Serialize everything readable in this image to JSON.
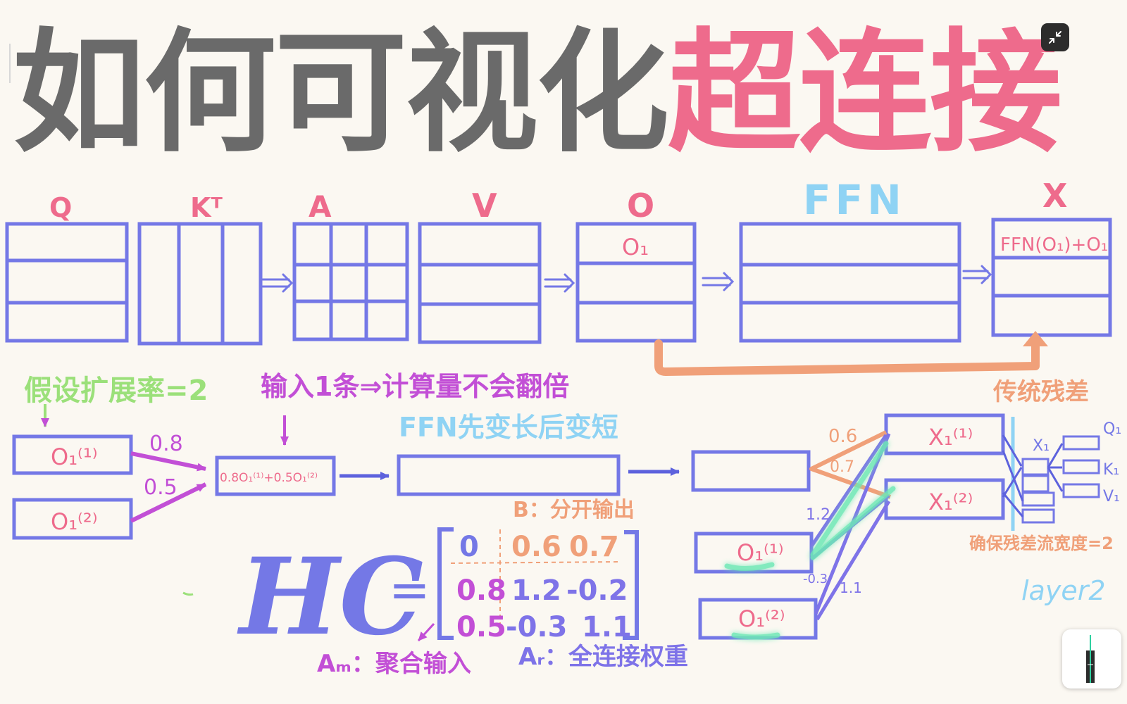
{
  "title": {
    "part1": "如何可视化",
    "part2": "超连接"
  },
  "colors": {
    "matrix": "#7478e6",
    "pink": "#ee6b8c",
    "orange": "#f0a079",
    "green": "#9be07a",
    "magenta": "#c24fd6",
    "cyan": "#8fd3f4",
    "purple": "#7e73e8",
    "glow": "#6de8b6",
    "dark": "#6a6a6a"
  },
  "top_labels": {
    "q": "Q",
    "kt": "Kᵀ",
    "a": "A",
    "v": "V",
    "o": "O",
    "ffn": "FFN",
    "x": "X"
  },
  "o_row": "O₁",
  "x_row": "FFN(O₁)+O₁",
  "notes": {
    "expansion": "假设扩展率=2",
    "input": "输入1条⇒计算量不会翻倍",
    "ffn": "FFN先变长后变短",
    "residual": "传统残差",
    "width": "确保残差流宽度=2",
    "layer": "layer2"
  },
  "boxes": {
    "o11": "O₁⁽¹⁾",
    "o12": "O₁⁽²⁾",
    "mix": "0.8O₁⁽¹⁾+0.5O₁⁽²⁾"
  },
  "weights": {
    "w1": "0.8",
    "w2": "0.5",
    "wx1": "0.6",
    "wx2": "0.7",
    "w12a": "1.2",
    "w03": "-0.3",
    "w11": "1.1"
  },
  "xboxes": {
    "x1": "X₁⁽¹⁾",
    "x2": "X₁⁽²⁾"
  },
  "qkv": {
    "x": "X₁",
    "q": "Q₁",
    "k": "K₁",
    "v": "V₁"
  },
  "hc": {
    "lhs": "HC",
    "eq": "=",
    "b_label": "B：分开输出",
    "am_label": "Aₘ：聚合输入",
    "ar_label": "Aᵣ：全连接权重",
    "rows": [
      [
        "0",
        "0.6",
        "0.7"
      ],
      [
        "0.8",
        "1.2",
        "-0.2"
      ],
      [
        "0.5",
        "-0.3",
        "1.1"
      ]
    ]
  }
}
